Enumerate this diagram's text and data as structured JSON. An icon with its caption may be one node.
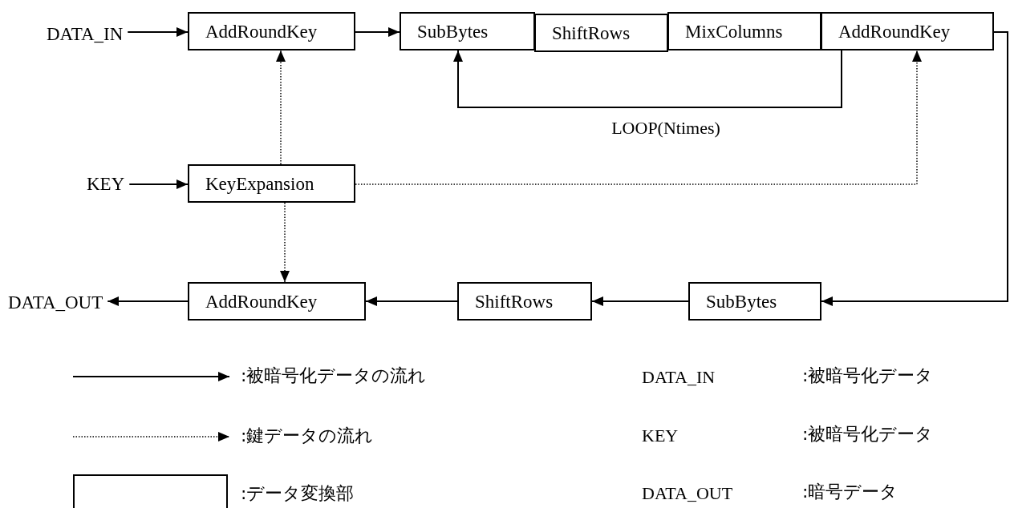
{
  "diagram": {
    "nodes": [
      {
        "text": [
          "DATA_IN"
        ]
      },
      {
        "text": [
          "AddRoundKey"
        ]
      },
      {
        "text": [
          "SubBytes"
        ]
      },
      {
        "text": [
          "ShiftRows"
        ]
      },
      {
        "text": [
          "MixColumns"
        ]
      },
      {
        "text": [
          "AddRoundKey"
        ]
      },
      {
        "text": [
          "KEY"
        ]
      },
      {
        "text": [
          "KeyExpansion"
        ]
      },
      {
        "text": [
          "DATA_OUT"
        ]
      },
      {
        "text": [
          "AddRoundKey"
        ]
      },
      {
        "text": [
          "ShiftRows"
        ]
      },
      {
        "text": [
          "SubBytes"
        ]
      }
    ],
    "edges": [
      {
        "from": 0,
        "to": 1,
        "arrow": "to"
      },
      {
        "from": 1,
        "to": 2,
        "arrow": "to"
      },
      {
        "from": 5,
        "to": 11,
        "arrow": "to"
      },
      {
        "from": 5,
        "to": 2,
        "arrow": "to",
        "label": "LOOP(Ntimes)"
      },
      {
        "from": 6,
        "to": 7,
        "arrow": "to"
      },
      {
        "from": 7,
        "to": 1,
        "arrow": "to",
        "style": "dashed"
      },
      {
        "from": 7,
        "to": 5,
        "arrow": "to",
        "style": "dashed"
      },
      {
        "from": 7,
        "to": 9,
        "arrow": "to",
        "style": "dashed"
      },
      {
        "from": 11,
        "to": 10,
        "arrow": "to"
      },
      {
        "from": 10,
        "to": 9,
        "arrow": "to"
      },
      {
        "from": 9,
        "to": 8,
        "arrow": "to"
      }
    ],
    "labels": [
      "DATA_IN",
      ":被暗号化データ",
      "KEY",
      ":被暗号化データ",
      "DATA_OUT",
      ":暗号データ"
    ],
    "legend": [
      {
        "text": ":被暗号化データの流れ"
      },
      {
        "text": ":鍵データの流れ"
      },
      {
        "text": ":データ変換部"
      }
    ]
  }
}
